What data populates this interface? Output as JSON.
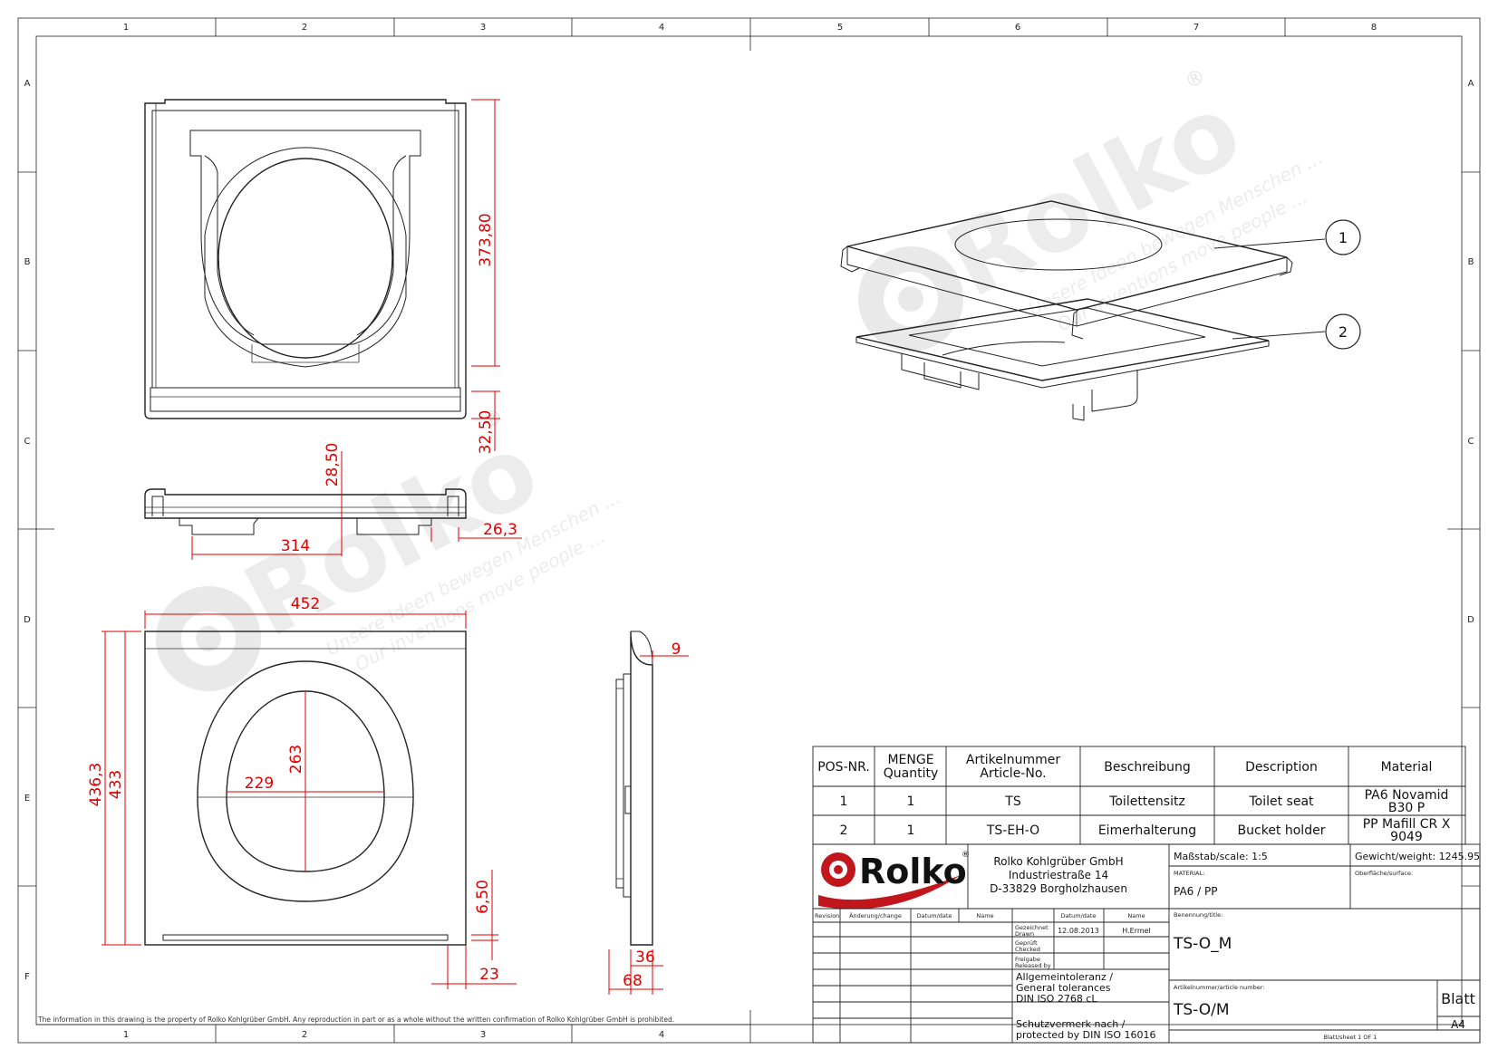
{
  "grid": {
    "columns": [
      "1",
      "2",
      "3",
      "4",
      "5",
      "6",
      "7",
      "8"
    ],
    "rows": [
      "A",
      "B",
      "C",
      "D",
      "E",
      "F"
    ]
  },
  "watermark": {
    "brand": "Rolko",
    "tagline_de": "Unsere Ideen bewegen Menschen ...",
    "tagline_en": "Our inventions move people ...",
    "registered": "®"
  },
  "dimensions": {
    "top_height": "373,80",
    "top_lower": "32,50",
    "side_height": "28,50",
    "side_width": "314",
    "side_right": "26,3",
    "front_width": "452",
    "front_height_outer": "436,3",
    "front_height_inner": "433",
    "opening_height": "263",
    "opening_width": "229",
    "front_small": "6,50",
    "front_bottom": "23",
    "profile_top": "9",
    "profile_36": "36",
    "profile_68": "68"
  },
  "balloons": [
    "1",
    "2"
  ],
  "bom": {
    "headers": [
      "POS-NR.",
      "MENGE\nQuantity",
      "Artikelnummer\nArticle-No.",
      "Beschreibung",
      "Description",
      "Material"
    ],
    "rows": [
      [
        "1",
        "1",
        "TS",
        "Toilettensitz",
        "Toilet seat",
        "PA6 Novamid\nB30 P"
      ],
      [
        "2",
        "1",
        "TS-EH-O",
        "Eimerhalterung",
        "Bucket holder",
        "PP Mafill CR X\n9049"
      ]
    ]
  },
  "title_block": {
    "logo_text": "Rolko",
    "company_line1": "Rolko Kohlgrüber GmbH",
    "company_line2": "Industriestraße 14",
    "company_line3": "D-33829 Borgholzhausen",
    "scale": "Maßstab/scale: 1:5",
    "weight": "Gewicht/weight: 1245.95",
    "material_label": "MATERIAL:",
    "material_value": "PA6 / PP",
    "surface_label": "Oberfläche/surface:",
    "revision": "Revision",
    "change": "Änderung/change",
    "date_label": "Datum/date",
    "name_label": "Name",
    "drawn_label": "Gezeichnet\nDrawn",
    "drawn_date": "12.08.2013",
    "drawn_name": "H.Ermel",
    "checked_label": "Geprüft\nChecked",
    "released_label": "Freigabe\nReleased by",
    "title_label": "Benennung/title:",
    "title_value": "TS-O_M",
    "tolerance_line1": "Allgemeintoleranz /",
    "tolerance_line2": "General tolerances",
    "tolerance_line3": "DIN ISO 2768 cL",
    "protect_line1": "Schutzvermerk nach /",
    "protect_line2": "protected by  DIN ISO 16016",
    "article_label": "Artikelnummer/article number:",
    "article_value": "TS-O/M",
    "blatt": "Blatt",
    "format": "A4",
    "sheet": "Blatt/sheet 1 OF 1"
  },
  "footer_note": "The information in this drawing is the property of Rolko Kohlgrüber GmbH. Any reproduction in part or as a whole without the written confirmation of Rolko Kohlgrüber GmbH is prohibited."
}
